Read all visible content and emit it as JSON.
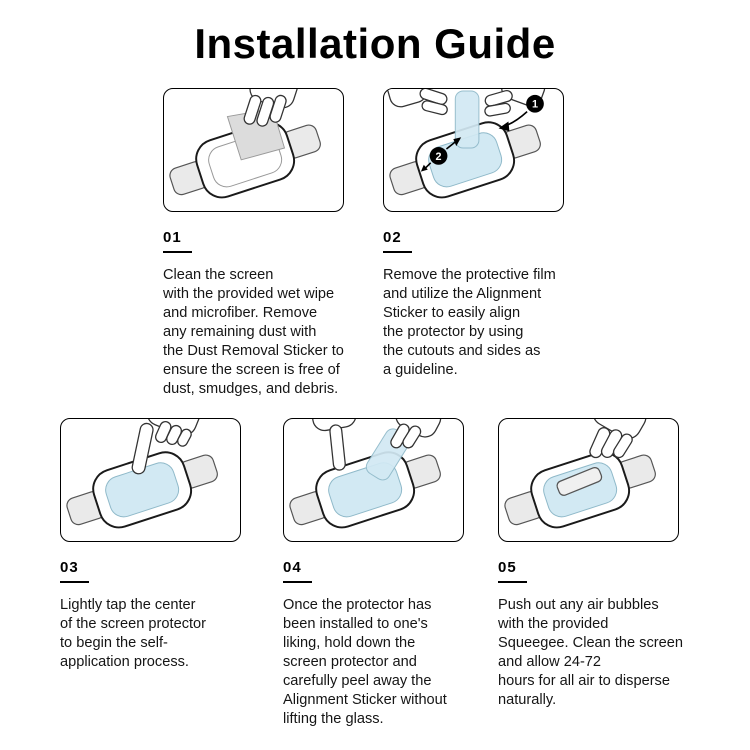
{
  "title": "Installation Guide",
  "colors": {
    "film": "#d2e9f3",
    "strap": "#eaeaea",
    "outline": "#1a1a1a",
    "wipe": "#dcdcdc",
    "squeegee": "#f0f0f0"
  },
  "steps": [
    {
      "number": "01",
      "text": "Clean the screen\nwith the provided wet wipe\nand microfiber. Remove\nany remaining dust with\nthe Dust Removal Sticker to\nensure the screen is free of\ndust, smudges, and debris."
    },
    {
      "number": "02",
      "text": "Remove the protective film\nand utilize the Alignment\nSticker to easily align\nthe protector by using\nthe cutouts and sides as\na guideline.",
      "badges": [
        "1",
        "2"
      ]
    },
    {
      "number": "03",
      "text": "Lightly tap the center\nof the screen protector\nto begin the self-\napplication process."
    },
    {
      "number": "04",
      "text": "Once the protector has\nbeen installed to one's\nliking, hold down the\nscreen protector and\ncarefully peel away the\nAlignment Sticker without\nlifting the glass."
    },
    {
      "number": "05",
      "text": "Push out any air bubbles\nwith the provided\nSqueegee. Clean the screen\nand allow 24-72\nhours for all air to disperse\nnaturally."
    }
  ]
}
